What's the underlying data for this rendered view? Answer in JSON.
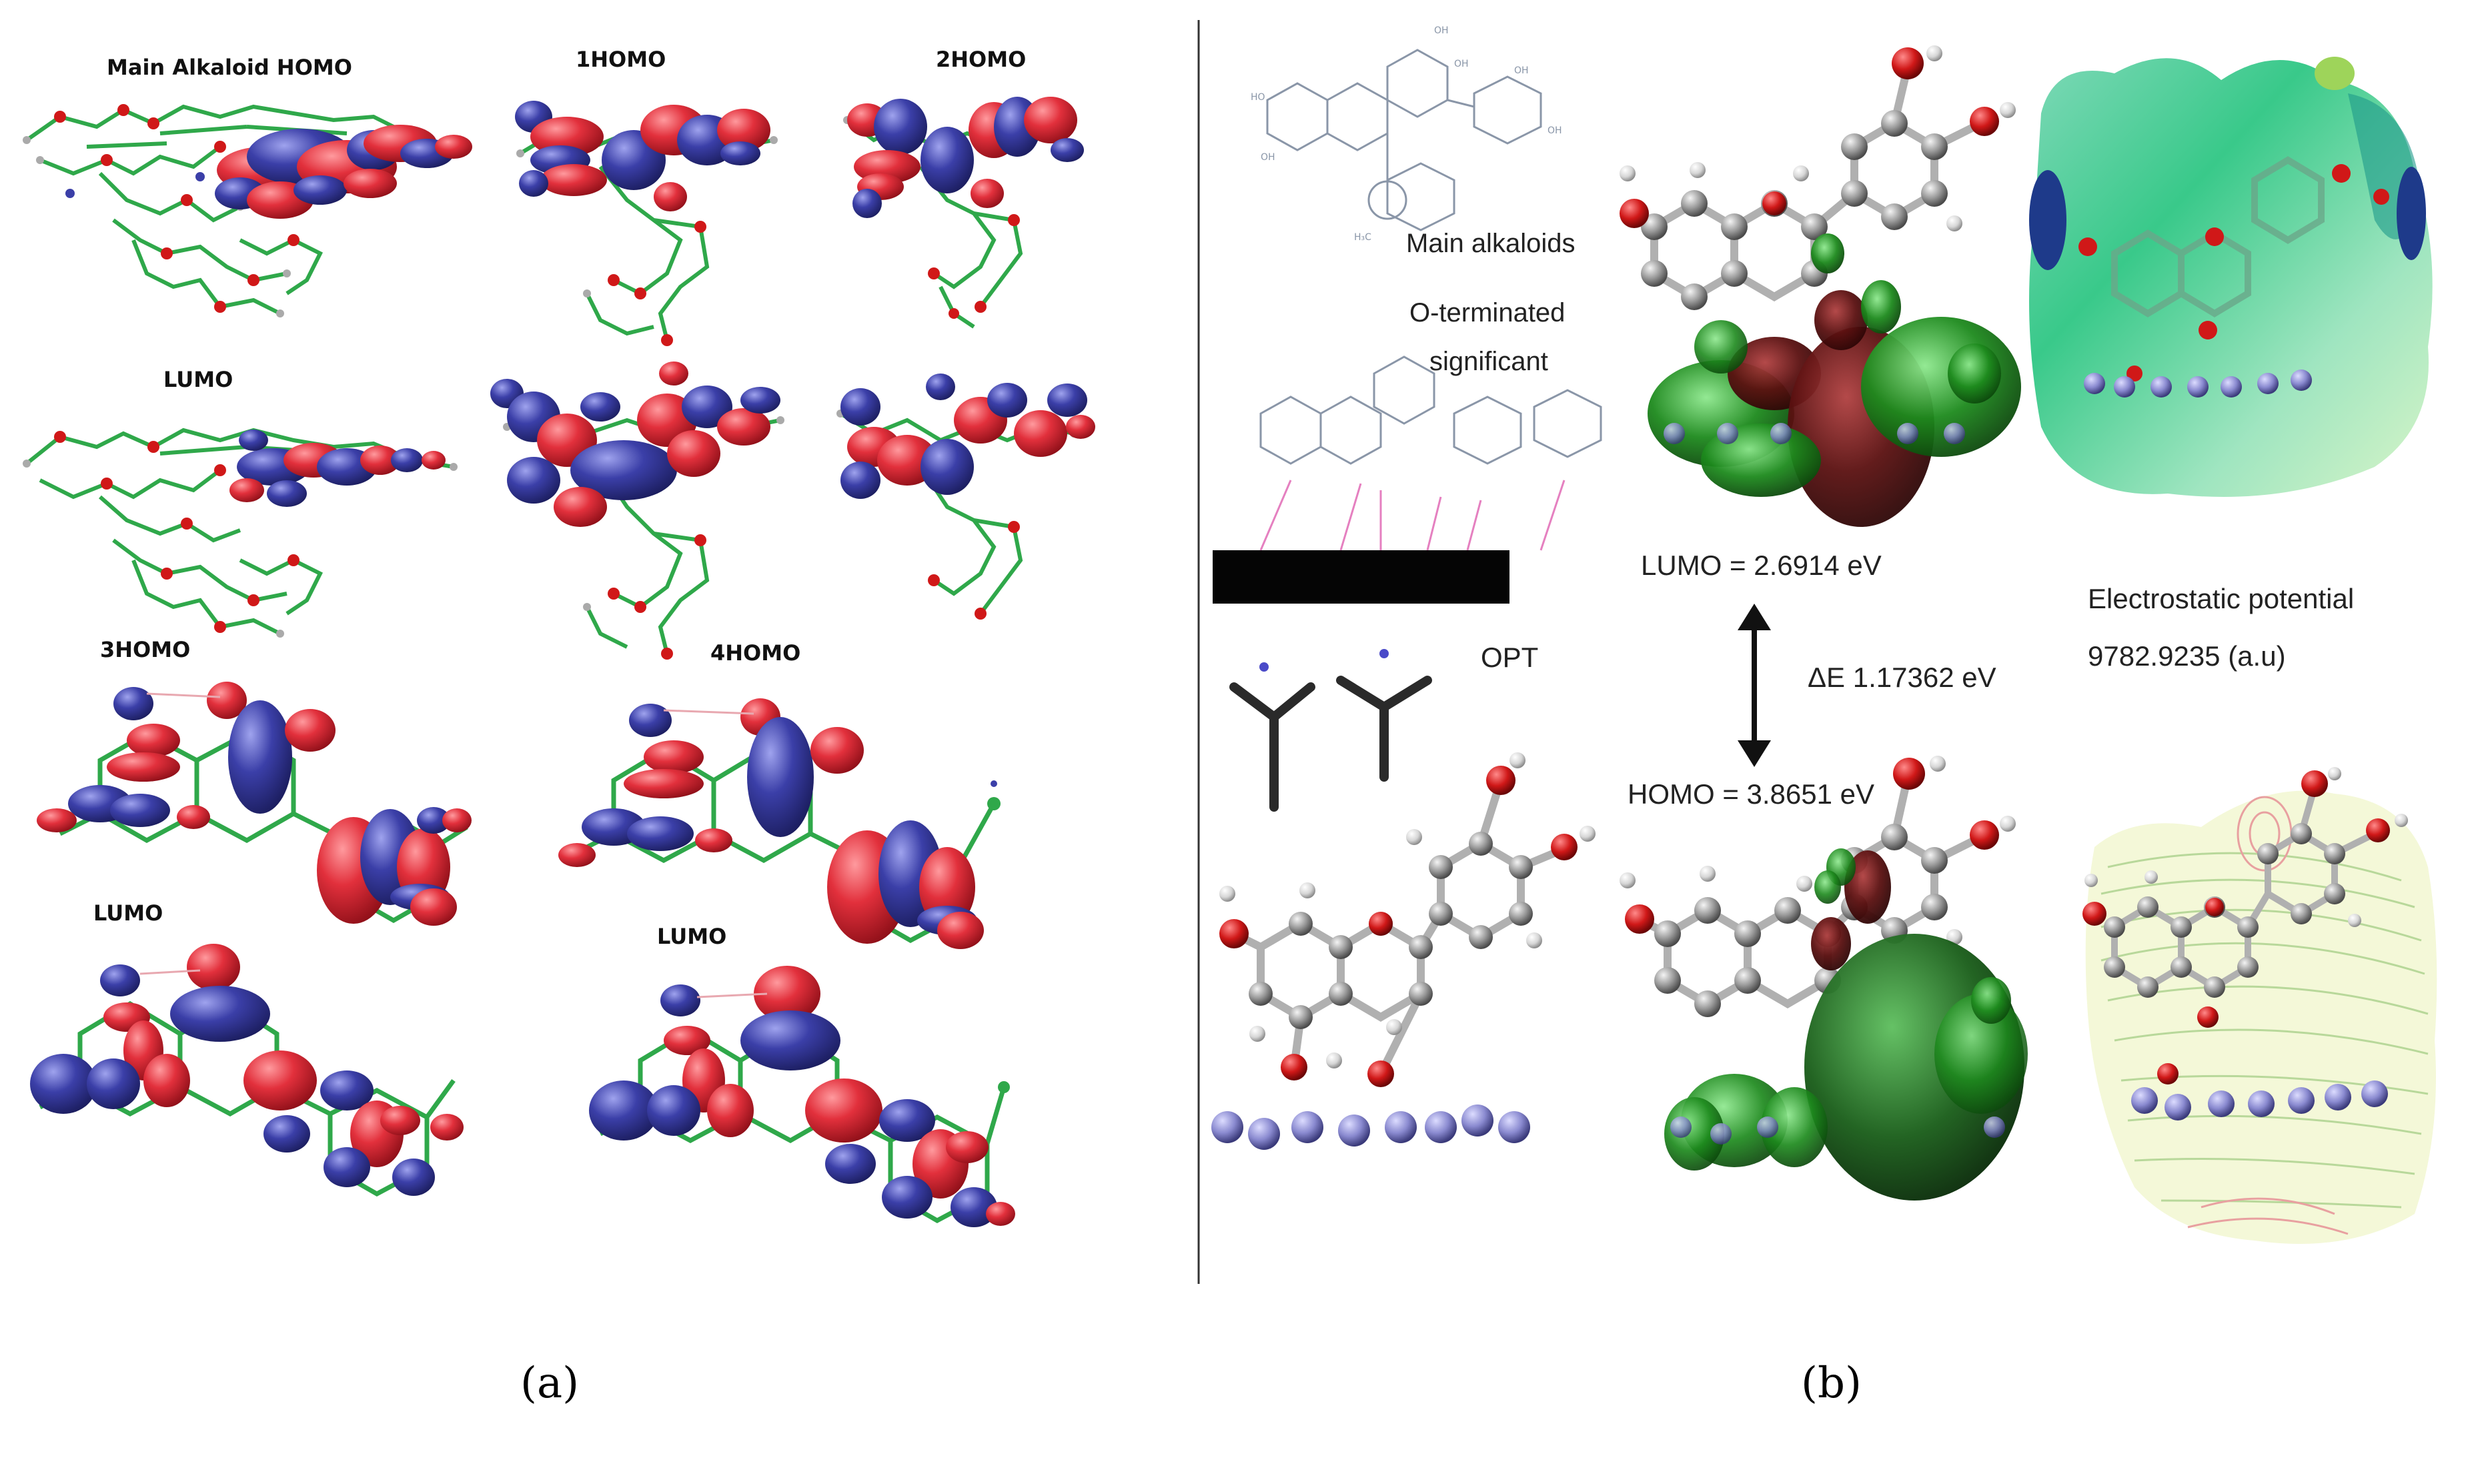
{
  "panel_a": {
    "labels": {
      "main_homo": "Main Alkaloid HOMO",
      "homo1": "1HOMO",
      "homo2": "2HOMO",
      "lumo_top": "LUMO",
      "homo3": "3HOMO",
      "homo4": "4HOMO",
      "lumo_left": "LUMO",
      "lumo_right": "LUMO"
    },
    "caption": "(a)"
  },
  "panel_b": {
    "labels": {
      "main_alkaloids": "Main alkaloids",
      "o_terminated": "O-terminated",
      "significant": "significant",
      "opt": "OPT",
      "lumo": "LUMO = 2.6914 eV",
      "homo": "HOMO = 3.8651 eV",
      "delta_e": "ΔE 1.17362 eV",
      "esp_title": "Electrostatic potential",
      "esp_value": "9782.9235 (a.u)"
    },
    "caption": "(b)"
  },
  "colors": {
    "orbital_red": "#e2303c",
    "orbital_blue": "#3b3fa8",
    "bond_green": "#2fa84a",
    "orbital_green": "#1d8a1d",
    "orbital_dark_red": "#5a1010",
    "atom_grey": "#9a9a9a",
    "oxygen_red": "#d01818",
    "surface_atom": "#8a8ad0"
  }
}
